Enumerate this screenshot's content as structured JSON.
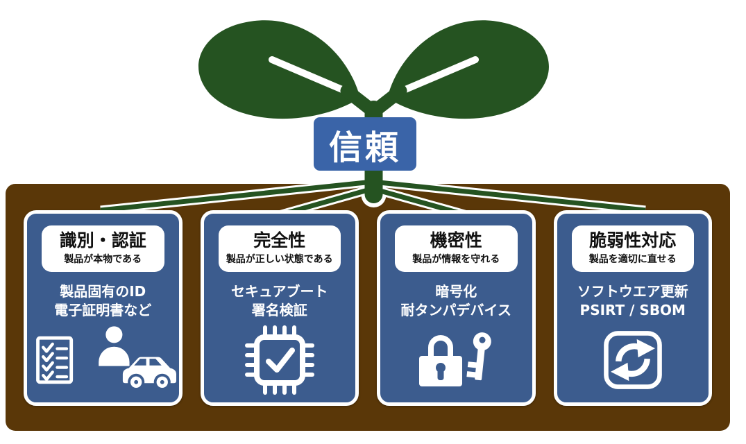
{
  "diagram": {
    "trust_label": "信頼",
    "plant_icon": "seedling-icon",
    "soil_icon": "soil-ground",
    "roots_icon": "root-lines"
  },
  "colors": {
    "leaf_green": "#255321",
    "soil_brown": "#5a3708",
    "card_blue": "#3c5c8e",
    "label_blue": "#3a64a8",
    "title_text": "#111111",
    "body_text": "#ffffff"
  },
  "cards": [
    {
      "title": "識別・認証",
      "subtitle": "製品が本物である",
      "lines": [
        "製品固有のID",
        "電子証明書など"
      ],
      "icons": [
        "checklist-icon",
        "person-icon",
        "car-icon"
      ]
    },
    {
      "title": "完全性",
      "subtitle": "製品が正しい状態である",
      "lines": [
        "セキュアブート",
        "署名検証"
      ],
      "icons": [
        "chip-check-icon"
      ]
    },
    {
      "title": "機密性",
      "subtitle": "製品が情報を守れる",
      "lines": [
        "暗号化",
        "耐タンパデバイス"
      ],
      "icons": [
        "lock-icon",
        "key-icon"
      ]
    },
    {
      "title": "脆弱性対応",
      "subtitle": "製品を適切に直せる",
      "lines": [
        "ソフトウエア更新",
        "PSIRT / SBOM"
      ],
      "icons": [
        "software-update-icon"
      ]
    }
  ]
}
